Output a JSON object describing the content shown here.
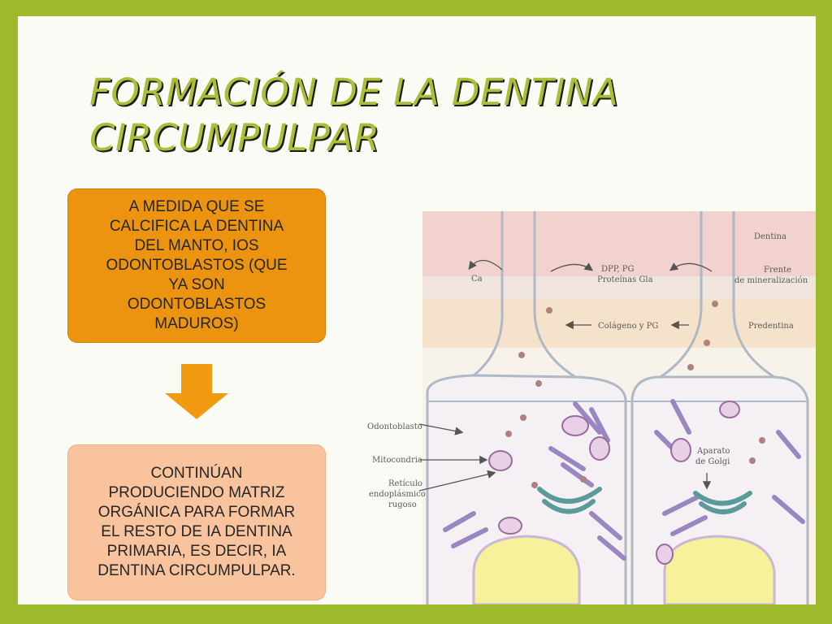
{
  "slide": {
    "title_lines": [
      "FORMACIÓN DE LA DENTINA",
      "CIRCUMPULPAR"
    ],
    "box1_text": "A MEDIDA QUE SE\nCALCIFICA LA DENTINA\nDEL MANTO, IOS\nODONTOBLASTOS (QUE\nYA SON\nODONTOBLASTOS\nMADUROS)",
    "box2_text": "CONTINÚAN\nPRODUCIENDO MATRIZ\nORGÁNICA PARA FORMAR\nEL RESTO DE IA DENTINA\nPRIMARIA, ES DECIR, IA\nDENTINA CIRCUMPULPAR.",
    "arrow_icon": "down-arrow-icon"
  },
  "figure": {
    "labels": {
      "dentina": "Dentina",
      "frente_1": "Frente",
      "frente_2": "de mineralización",
      "predentina": "Predentina",
      "ca": "Ca",
      "dpp_1": "DPP, PG",
      "dpp_2": "Proteínas Gla",
      "colageno": "Colágeno y PG",
      "odontoblasto": "Odontoblasto",
      "mitocondria": "Mitocondria",
      "reticulo_1": "Retículo",
      "reticulo_2": "endoplásmico",
      "reticulo_3": "rugoso",
      "golgi_1": "Aparato",
      "golgi_2": "de Golgi"
    }
  },
  "colors": {
    "frame": "#9dba2c",
    "title": "#aebd36",
    "box1": "#ec9410",
    "box2": "#f9c39e",
    "arrow": "#f19a10",
    "dentin_band": "#f2d2cf",
    "predentin_band": "#f4e2cb",
    "cell_membrane": "#aeb9c5",
    "organelle": "#9a87c2",
    "nucleus": "#f6f19a"
  }
}
